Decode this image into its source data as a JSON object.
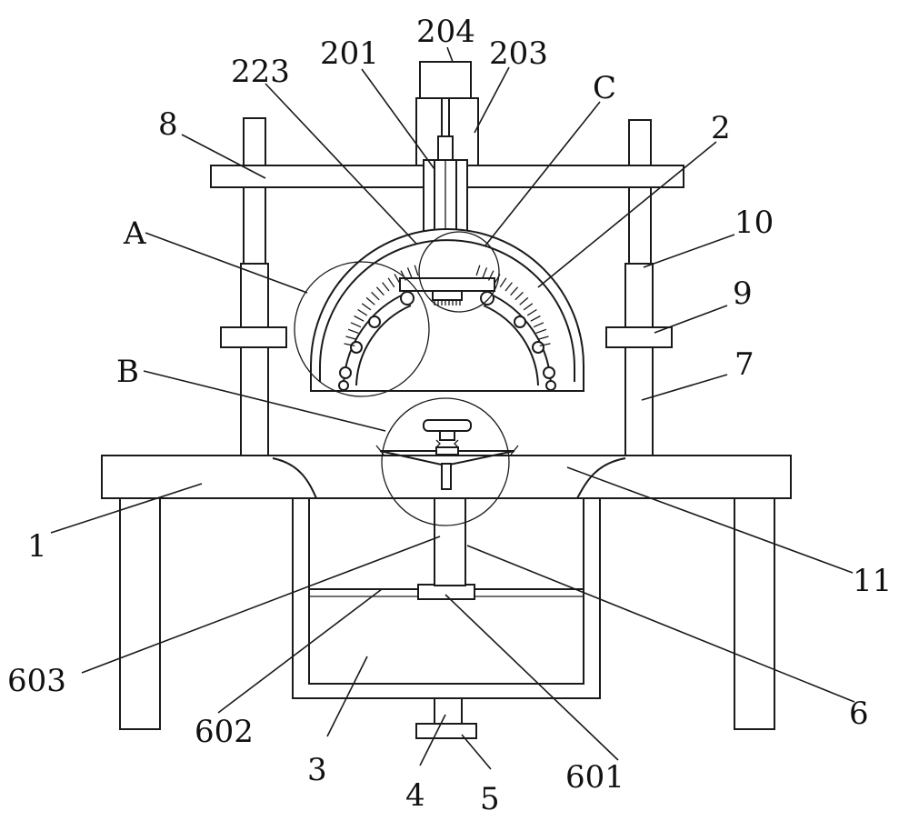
{
  "labels": {
    "l204": "204",
    "l201": "201",
    "l203": "203",
    "l223": "223",
    "lC": "C",
    "l2": "2",
    "l8": "8",
    "l10": "10",
    "lA": "A",
    "l9": "9",
    "l7": "7",
    "lB": "B",
    "l1": "1",
    "l11": "11",
    "l603": "603",
    "l6": "6",
    "l602": "602",
    "l601": "601",
    "l3": "3",
    "l4": "4",
    "l5": "5"
  },
  "colors": {
    "line": "#1a1a1a",
    "background": "#ffffff"
  }
}
